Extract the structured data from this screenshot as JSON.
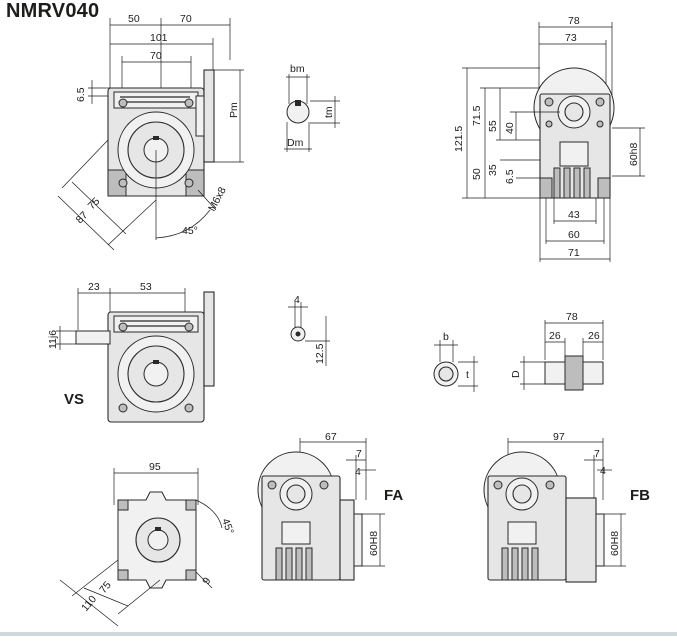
{
  "title": "NMRV040",
  "views": {
    "main": {
      "dims_top": [
        "50",
        "70",
        "101",
        "70"
      ],
      "dims_left": [
        "6.5"
      ],
      "dims_diag": [
        "75",
        "87"
      ],
      "angle": "45°",
      "flange_label": "Pm",
      "thread_label": "M6x8"
    },
    "key_detail": {
      "bm": "bm",
      "tm": "tm",
      "Dm": "Dm"
    },
    "side": {
      "dims_top": [
        "78",
        "73"
      ],
      "dims_left": [
        "121.5",
        "71.5",
        "55",
        "40",
        "50",
        "35",
        "6.5"
      ],
      "dims_right": [
        "60h8"
      ],
      "dims_bottom": [
        "43",
        "60",
        "71"
      ]
    },
    "vs": {
      "label": "VS",
      "dims_top": [
        "23",
        "53"
      ],
      "dims_left": [
        "11j6"
      ]
    },
    "shaft_small": {
      "dims": [
        "4",
        "12.5"
      ]
    },
    "hollow_shaft": {
      "b": "b",
      "t": "t",
      "D": "D"
    },
    "output_shaft": {
      "dims": [
        "78",
        "26",
        "26"
      ]
    },
    "foot": {
      "dims": [
        "95",
        "75",
        "110",
        "45°",
        "9"
      ]
    },
    "fa": {
      "label": "FA",
      "dims": [
        "67",
        "7",
        "4",
        "60H8"
      ]
    },
    "fb": {
      "label": "FB",
      "dims": [
        "97",
        "7",
        "4",
        "60H8"
      ]
    }
  }
}
